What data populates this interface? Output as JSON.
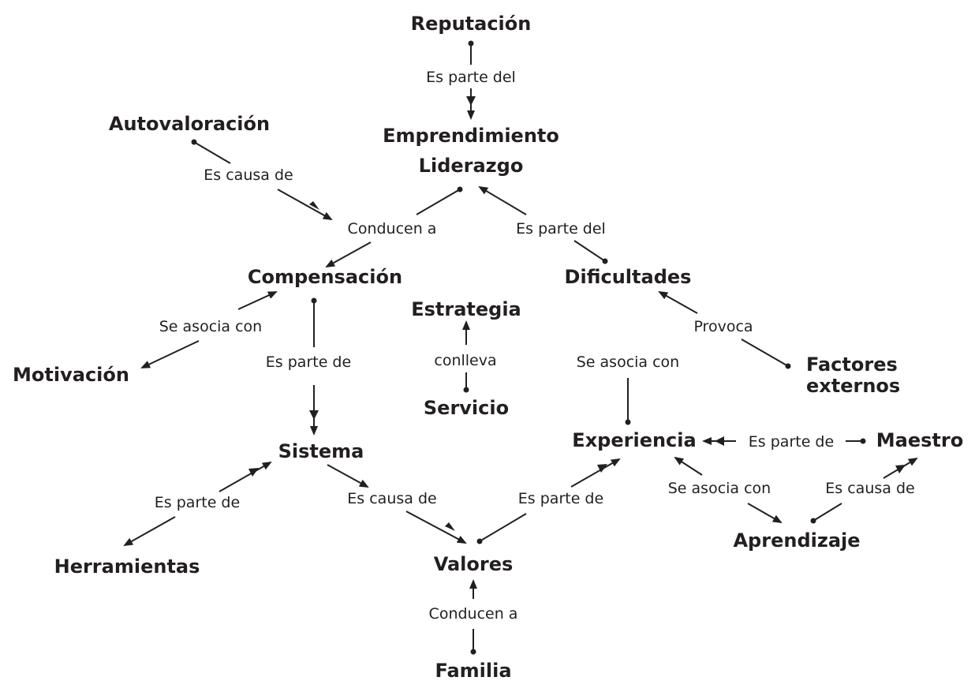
{
  "nodes": {
    "reputacion": "Reputación",
    "emprendimiento": "Emprendimiento",
    "liderazgo": "Liderazgo",
    "autovaloracion": "Autovaloración",
    "compensacion": "Compensación",
    "dificultades": "Dificultades",
    "estrategia": "Estrategia",
    "motivacion": "Motivación",
    "factores_line1": "Factores",
    "factores_line2": "externos",
    "servicio": "Servicio",
    "sistema": "Sistema",
    "experiencia": "Experiencia",
    "maestro": "Maestro",
    "herramientas": "Herramientas",
    "valores": "Valores",
    "aprendizaje": "Aprendizaje",
    "familia": "Familia"
  },
  "relations": {
    "reputacion_emprendimiento": "Es parte del",
    "autovaloracion_compensacion": "Es causa de",
    "liderazgo_compensacion": "Conducen a",
    "dificultades_liderazgo": "Es parte del",
    "compensacion_motivacion": "Se asocia con",
    "compensacion_sistema": "Es parte de",
    "servicio_estrategia": "conlleva",
    "factores_dificultades": "Provoca",
    "experiencia_dificultades": "Se asocia con",
    "maestro_experiencia": "Es parte de",
    "sistema_herramientas": "Es parte de",
    "sistema_valores": "Es causa de",
    "valores_experiencia": "Es parte de",
    "experiencia_aprendizaje": "Se asocia con",
    "aprendizaje_maestro": "Es causa de",
    "familia_valores": "Conducen a"
  }
}
